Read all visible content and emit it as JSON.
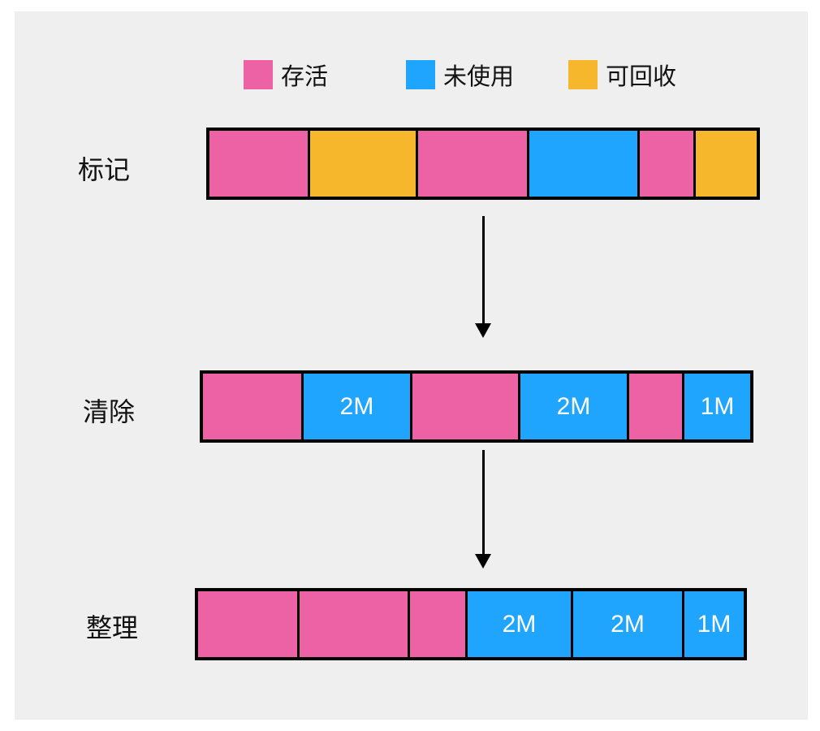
{
  "colors": {
    "live": "#ed62a5",
    "unused": "#1fa5fd",
    "reclaimable": "#f6b72c",
    "background": "#efefef",
    "border": "#000000"
  },
  "legend": [
    {
      "label": "存活",
      "color": "#ed62a5"
    },
    {
      "label": "未使用",
      "color": "#1fa5fd"
    },
    {
      "label": "可回收",
      "color": "#f6b72c"
    }
  ],
  "stages": [
    {
      "label": "标记",
      "blocks": [
        {
          "state": "live",
          "text": ""
        },
        {
          "state": "reclaimable",
          "text": ""
        },
        {
          "state": "live",
          "text": ""
        },
        {
          "state": "unused",
          "text": ""
        },
        {
          "state": "live",
          "text": ""
        },
        {
          "state": "reclaimable",
          "text": ""
        }
      ]
    },
    {
      "label": "清除",
      "blocks": [
        {
          "state": "live",
          "text": ""
        },
        {
          "state": "unused",
          "text": "2M"
        },
        {
          "state": "live",
          "text": ""
        },
        {
          "state": "unused",
          "text": "2M"
        },
        {
          "state": "live",
          "text": ""
        },
        {
          "state": "unused",
          "text": "1M"
        }
      ]
    },
    {
      "label": "整理",
      "blocks": [
        {
          "state": "live",
          "text": ""
        },
        {
          "state": "live",
          "text": ""
        },
        {
          "state": "live",
          "text": ""
        },
        {
          "state": "unused",
          "text": "2M"
        },
        {
          "state": "unused",
          "text": "2M"
        },
        {
          "state": "unused",
          "text": "1M"
        }
      ]
    }
  ]
}
